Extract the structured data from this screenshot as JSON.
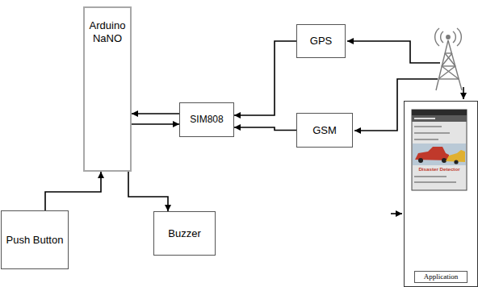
{
  "diagram": {
    "nodes": [
      {
        "text": [
          "Arduino NaNO"
        ]
      },
      {
        "text": [
          "SIM808"
        ]
      },
      {
        "text": [
          "GPS"
        ]
      },
      {
        "text": [
          "GSM"
        ]
      },
      {
        "text": [
          "Push Button"
        ]
      },
      {
        "text": [
          "Buzzer"
        ]
      },
      {
        "text": [
          "Application"
        ]
      }
    ],
    "edges": [
      {
        "from": 1,
        "to": 0,
        "arrow": "to"
      },
      {
        "from": 0,
        "to": 1,
        "arrow": "to"
      },
      {
        "from": 2,
        "to": 1,
        "arrow": "to"
      },
      {
        "from": 3,
        "to": 1,
        "arrow": "to"
      },
      {
        "from": 4,
        "to": 0,
        "arrow": "to"
      },
      {
        "from": 0,
        "to": 5,
        "arrow": "to"
      }
    ],
    "labels": [
      "Disaster Detector"
    ]
  }
}
